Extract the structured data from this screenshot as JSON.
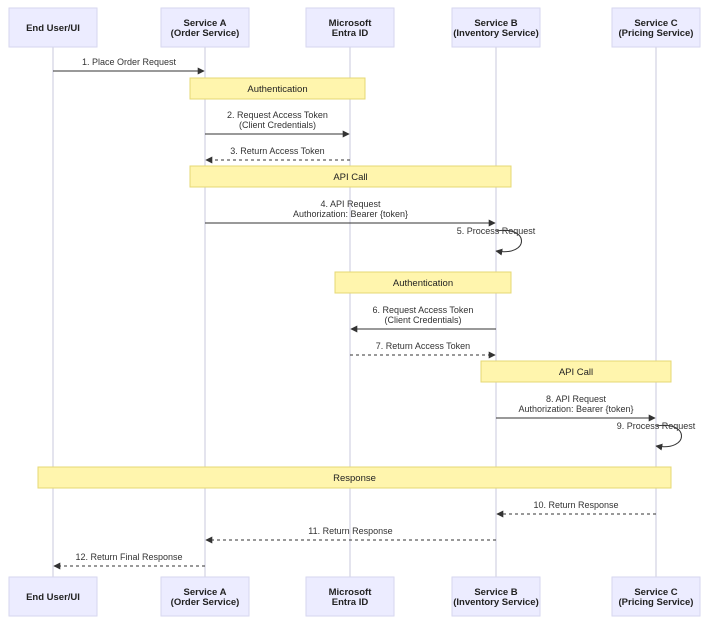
{
  "participants": [
    {
      "id": "user",
      "lines": [
        "End User/UI"
      ]
    },
    {
      "id": "svcA",
      "lines": [
        "Service A",
        "(Order Service)"
      ]
    },
    {
      "id": "entra",
      "lines": [
        "Microsoft",
        "Entra ID"
      ]
    },
    {
      "id": "svcB",
      "lines": [
        "Service B",
        "(Inventory Service)"
      ]
    },
    {
      "id": "svcC",
      "lines": [
        "Service C",
        "(Pricing Service)"
      ]
    }
  ],
  "notes": [
    {
      "from": "svcA",
      "to": "entra",
      "text": "Authentication"
    },
    {
      "from": "svcA",
      "to": "svcB",
      "text": "API Call"
    },
    {
      "from": "entra",
      "to": "svcB",
      "text": "Authentication"
    },
    {
      "from": "svcB",
      "to": "svcC",
      "text": "API Call"
    },
    {
      "from": "user",
      "to": "svcC",
      "text": "Response"
    }
  ],
  "messages": [
    {
      "from": "user",
      "to": "svcA",
      "style": "solid",
      "lines": [
        "1. Place Order Request"
      ]
    },
    {
      "from": "svcA",
      "to": "entra",
      "style": "solid",
      "lines": [
        "2. Request Access Token",
        "(Client Credentials)"
      ]
    },
    {
      "from": "entra",
      "to": "svcA",
      "style": "dashed",
      "lines": [
        "3. Return Access Token"
      ]
    },
    {
      "from": "svcA",
      "to": "svcB",
      "style": "solid",
      "lines": [
        "4. API Request",
        "Authorization: Bearer {token}"
      ]
    },
    {
      "from": "svcB",
      "to": "svcB",
      "style": "solid",
      "lines": [
        "5. Process Request"
      ]
    },
    {
      "from": "svcB",
      "to": "entra",
      "style": "solid",
      "lines": [
        "6. Request Access Token",
        "(Client Credentials)"
      ]
    },
    {
      "from": "entra",
      "to": "svcB",
      "style": "dashed",
      "lines": [
        "7. Return Access Token"
      ]
    },
    {
      "from": "svcB",
      "to": "svcC",
      "style": "solid",
      "lines": [
        "8. API Request",
        "Authorization: Bearer {token}"
      ]
    },
    {
      "from": "svcC",
      "to": "svcC",
      "style": "solid",
      "lines": [
        "9. Process Request"
      ]
    },
    {
      "from": "svcC",
      "to": "svcB",
      "style": "dashed",
      "lines": [
        "10. Return Response"
      ]
    },
    {
      "from": "svcB",
      "to": "svcA",
      "style": "dashed",
      "lines": [
        "11. Return Response"
      ]
    },
    {
      "from": "svcA",
      "to": "user",
      "style": "dashed",
      "lines": [
        "12. Return Final Response"
      ]
    }
  ]
}
